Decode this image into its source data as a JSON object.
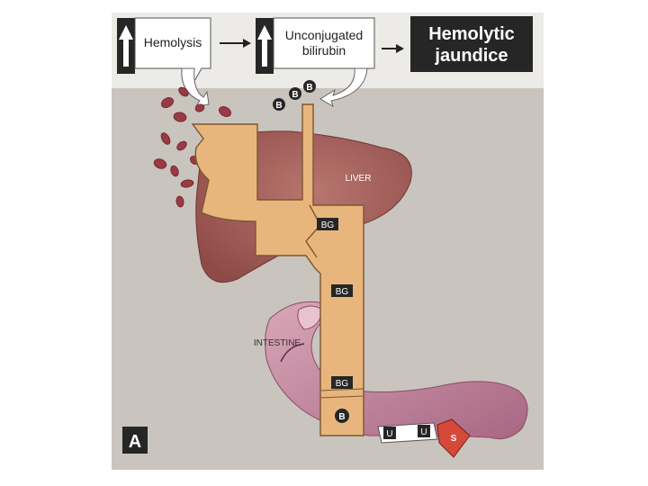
{
  "header": {
    "box1_label": "Hemolysis",
    "box2_line1": "Unconjugated",
    "box2_line2": "bilirubin",
    "box3_line1": "Hemolytic",
    "box3_line2": "jaundice"
  },
  "labels": {
    "liver": "LIVER",
    "intestine": "INTESTINE",
    "panel_letter": "A"
  },
  "molecules": {
    "bilirubin": "B",
    "glucuronide": "BG",
    "urobilinogen": "U",
    "stercobilin": "S"
  },
  "icons": {
    "increase": "up-arrow-icon",
    "flow": "right-arrow-icon"
  },
  "colors": {
    "background": "#c9c4bd",
    "header_band": "#ecebe7",
    "pathway": "#e8b67c",
    "liver": "#a8625c",
    "intestine": "#c88aa0",
    "rbc": "#9a3a45",
    "dark_box": "#262626",
    "stercobilin": "#d5493a"
  }
}
